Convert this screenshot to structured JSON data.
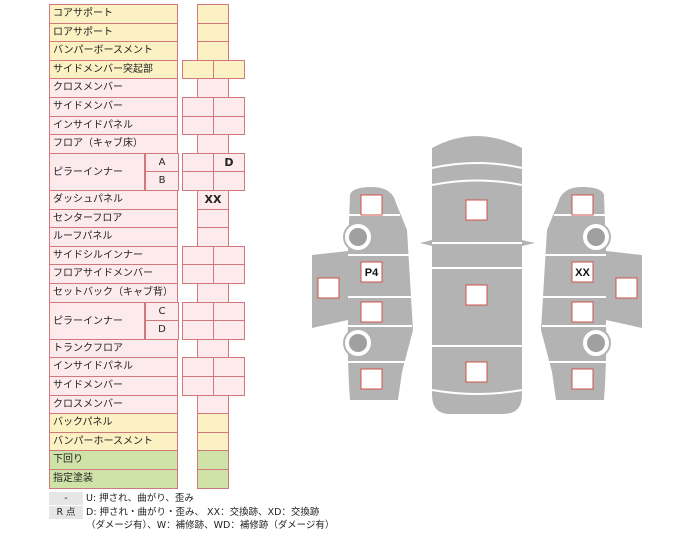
{
  "rows": [
    {
      "label": "コアサポート",
      "bg": "y"
    },
    {
      "label": "ロアサポート",
      "bg": "y"
    },
    {
      "label": "バンパーボースメント",
      "bg": "y"
    },
    {
      "label": "サイドメンバー突起部",
      "bg": "y"
    },
    {
      "label": "クロスメンバー",
      "bg": "p"
    },
    {
      "label": "サイドメンバー",
      "bg": "p"
    },
    {
      "label": "インサイドパネル",
      "bg": "p"
    },
    {
      "label": "フロア（キャブ床）",
      "bg": "p"
    },
    {
      "label": "ピラーインナー",
      "bg": "p",
      "subs": [
        "A",
        "B"
      ],
      "value": "D"
    },
    {
      "label": "ダッシュパネル",
      "bg": "p",
      "value": "XX"
    },
    {
      "label": "センターフロア",
      "bg": "p"
    },
    {
      "label": "ルーフパネル",
      "bg": "p"
    },
    {
      "label": "サイドシルインナー",
      "bg": "p"
    },
    {
      "label": "フロアサイドメンバー",
      "bg": "p"
    },
    {
      "label": "セットバック（キャブ背）",
      "bg": "p"
    },
    {
      "label": "ピラーインナー",
      "bg": "p",
      "subs": [
        "C",
        "D"
      ]
    },
    {
      "label": "トランクフロア",
      "bg": "p"
    },
    {
      "label": "インサイドパネル",
      "bg": "p"
    },
    {
      "label": "サイドメンバー",
      "bg": "p"
    },
    {
      "label": "クロスメンバー",
      "bg": "p"
    },
    {
      "label": "バックパネル",
      "bg": "y"
    },
    {
      "label": "バンパーホースメント",
      "bg": "y"
    },
    {
      "label": "下回り",
      "bg": "g"
    },
    {
      "label": "指定塗装",
      "bg": "g"
    }
  ],
  "car_marks": {
    "left_front_door": "P4",
    "right_front_door": "XX"
  },
  "legend": [
    {
      "key": "-",
      "text": "U: 押され、曲がり、歪み"
    },
    {
      "key": "R 点",
      "text": "D: 押され・曲がり・歪み、 XX：交換跡、XD：交換跡"
    },
    {
      "key": "",
      "text": "（ダメージ有）、W：補修跡、WD：補修跡（ダメージ有）"
    }
  ],
  "colors": {
    "yellow": "#fbf1c2",
    "pink": "#fdeaec",
    "green": "#cfe3a8",
    "border": "#d0787c",
    "car_gray": "#b3b3b3"
  }
}
